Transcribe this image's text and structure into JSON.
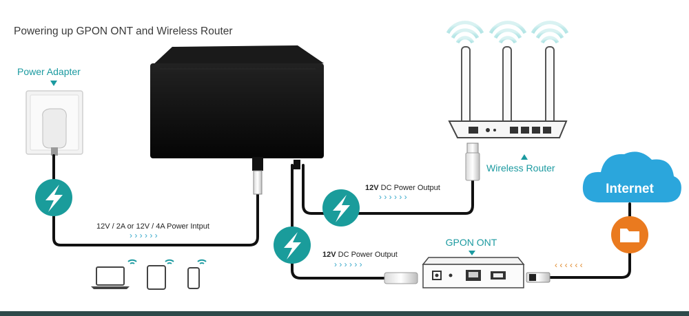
{
  "title": "Powering up GPON ONT and Wireless Router",
  "labels": {
    "power_adapter": "Power Adapter",
    "wireless_router": "Wireless Router",
    "gpon_ont": "GPON ONT",
    "internet": "Internet"
  },
  "cables": {
    "input_label": "12V / 2A or 12V / 4A Power Intput",
    "router_output_strong": "12V",
    "router_output_rest": " DC Power Output",
    "ont_output_strong": "12V",
    "ont_output_rest": " DC Power Output"
  },
  "flow_arrows": {
    "right": "› › › › › ›",
    "left": "‹ ‹ ‹ ‹ ‹ ‹"
  },
  "colors": {
    "accent_teal": "#1b9aa0",
    "power_badge": "#1a9c9b",
    "folder_badge": "#ea7a1f",
    "cloud": "#2ba6dc",
    "cable": "#111111",
    "ups_box": "#0b0b0b"
  },
  "icons": [
    "power-adapter-icon",
    "lightning-icon",
    "wifi-icon",
    "laptop-icon",
    "tablet-icon",
    "phone-icon",
    "router-icon",
    "ont-icon",
    "cloud-icon",
    "folder-icon"
  ]
}
